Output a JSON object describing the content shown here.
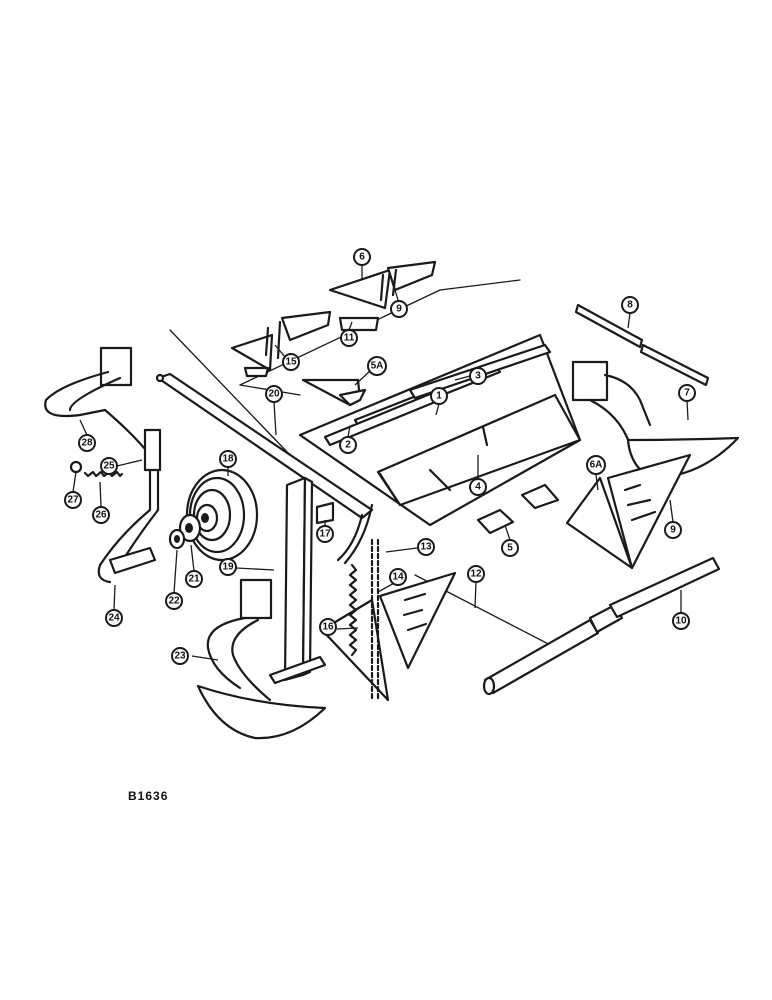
{
  "figure_code": "B1636",
  "callouts": [
    {
      "id": "c-1",
      "label": "1"
    },
    {
      "id": "c-2",
      "label": "2"
    },
    {
      "id": "c-3",
      "label": "3"
    },
    {
      "id": "c-4",
      "label": "4"
    },
    {
      "id": "c-5",
      "label": "5"
    },
    {
      "id": "c-5a",
      "label": "5A"
    },
    {
      "id": "c-6",
      "label": "6"
    },
    {
      "id": "c-6a",
      "label": "6A"
    },
    {
      "id": "c-7",
      "label": "7"
    },
    {
      "id": "c-8",
      "label": "8"
    },
    {
      "id": "c-9a",
      "label": "9"
    },
    {
      "id": "c-9b",
      "label": "9"
    },
    {
      "id": "c-10",
      "label": "10"
    },
    {
      "id": "c-11",
      "label": "11"
    },
    {
      "id": "c-12",
      "label": "12"
    },
    {
      "id": "c-13",
      "label": "13"
    },
    {
      "id": "c-14",
      "label": "14"
    },
    {
      "id": "c-15",
      "label": "15"
    },
    {
      "id": "c-16",
      "label": "16"
    },
    {
      "id": "c-17",
      "label": "17"
    },
    {
      "id": "c-18",
      "label": "18"
    },
    {
      "id": "c-19",
      "label": "19"
    },
    {
      "id": "c-20",
      "label": "20"
    },
    {
      "id": "c-21",
      "label": "21"
    },
    {
      "id": "c-22",
      "label": "22"
    },
    {
      "id": "c-23",
      "label": "23"
    },
    {
      "id": "c-24",
      "label": "24"
    },
    {
      "id": "c-25",
      "label": "25"
    },
    {
      "id": "c-26",
      "label": "26"
    },
    {
      "id": "c-27",
      "label": "27"
    },
    {
      "id": "c-28",
      "label": "28"
    }
  ]
}
